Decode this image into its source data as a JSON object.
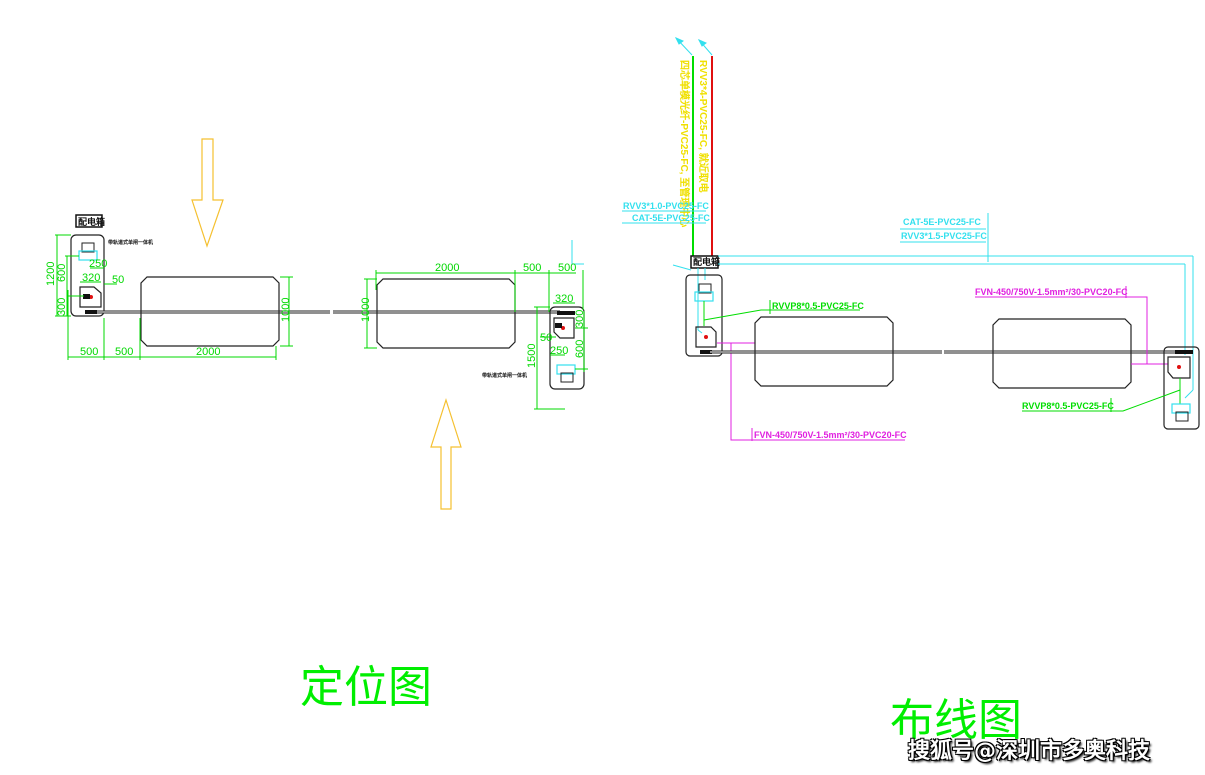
{
  "titles": {
    "location_plan": "定位图",
    "wiring_plan": "布线图"
  },
  "watermark": "搜狐号@深圳市多奥科技",
  "colors": {
    "dimension": "#00d800",
    "cyan_cable": "#33e0ee",
    "magenta_cable": "#e020e0",
    "green_cable": "#00dd00",
    "red_cable": "#e01010",
    "yellow_text": "#f0e000",
    "arrow": "#f5c030",
    "outline": "#222222"
  },
  "location_plan": {
    "box_label": "配电箱",
    "note_left": "带轨道式单闸一体机",
    "note_right": "带轨道式单闸一体机",
    "dims": {
      "left_column_height": "1200",
      "left_600": "600",
      "left_300": "300",
      "left_250": "250",
      "left_320": "320",
      "left_50": "50",
      "bottom_500_a": "500",
      "bottom_500_b": "500",
      "bottom_2000": "2000",
      "island1_height": "1000",
      "island2_width": "2000",
      "island2_height": "1000",
      "top_500_a": "500",
      "top_500_b": "500",
      "right_320": "320",
      "right_300": "300",
      "right_50": "50",
      "right_600": "600",
      "right_250": "250",
      "right_1500": "1500"
    },
    "arrows": [
      "entry-arrow-down",
      "exit-arrow-up"
    ]
  },
  "wiring_plan": {
    "box_label": "配电箱",
    "vertical_labels": {
      "yellow_1": "RVV3*4-PVC25-FC, 就近取电",
      "yellow_2": "四芯单模光纤-PVC25-FC, 至管理中心"
    },
    "cables": {
      "rvv3_1_0": "RVV3*1.0-PVC25-FC",
      "cat5e_left": "CAT-5E-PVC25-FC",
      "cat5e_right": "CAT-5E-PVC25-FC",
      "rvv3_1_5": "RVV3*1.5-PVC25-FC",
      "rvvp8_left": "RVVP8*0.5-PVC25-FC",
      "rvvp8_right": "RVVP8*0.5-PVC25-FC",
      "fvn_left": "FVN-450/750V-1.5mm²/30-PVC20-FC",
      "fvn_right": "FVN-450/750V-1.5mm²/30-PVC20-FC"
    }
  }
}
